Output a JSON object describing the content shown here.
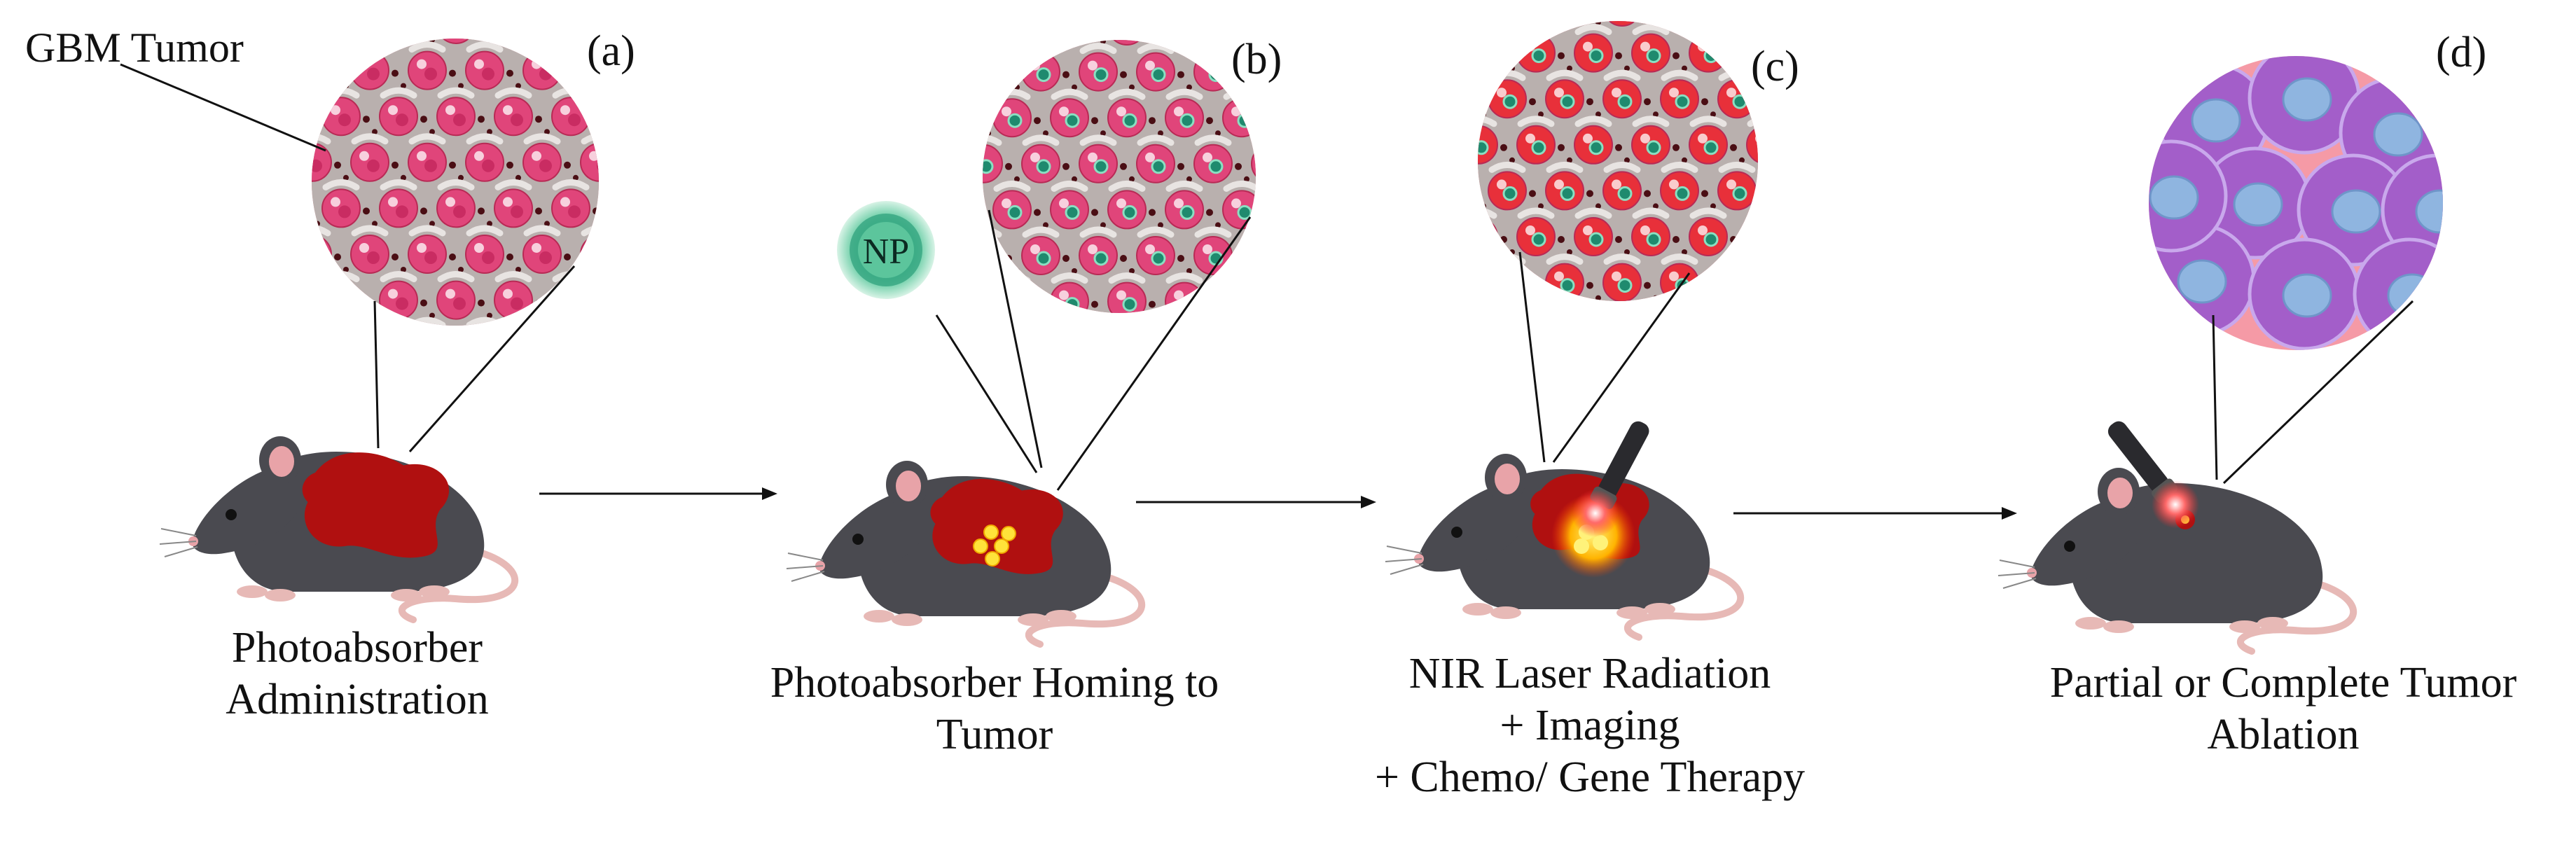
{
  "figure": {
    "tumor_label": "GBM Tumor",
    "np_label": "NP",
    "panels": [
      {
        "letter": "(a)",
        "caption": [
          "Photoabsorber",
          "Administration"
        ]
      },
      {
        "letter": "(b)",
        "caption": [
          "Photoabsorber Homing to",
          "Tumor"
        ]
      },
      {
        "letter": "(c)",
        "caption": [
          "NIR Laser Radiation",
          "+ Imaging",
          "+ Chemo/ Gene Therapy"
        ]
      },
      {
        "letter": "(d)",
        "caption": [
          "Partial or Complete Tumor",
          "Ablation"
        ]
      }
    ]
  },
  "colors": {
    "mouse_body": "#4a4a50",
    "mouse_ear_inner": "#e8a3a8",
    "tumor": "#b01010",
    "tissue_bg": "#b9b0ae",
    "tumor_cell": "#e0457a",
    "heated_cell": "#e8303a",
    "np_core": "#1f8a6e",
    "ablated_cell": "#a35ec9",
    "ablated_nucleus": "#8fb5e0",
    "laser": "#ff2a2a"
  }
}
